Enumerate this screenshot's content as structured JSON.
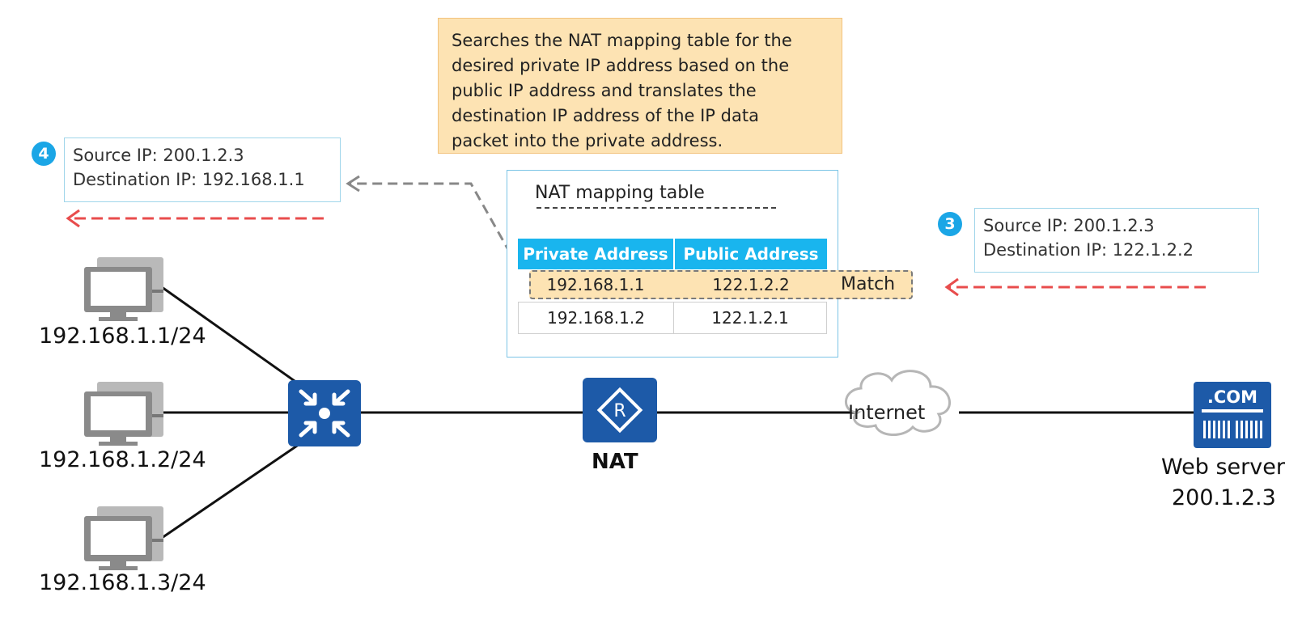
{
  "note": {
    "lines": [
      "Searches the NAT mapping table for the",
      "desired private IP address based on the",
      "public IP address and translates the",
      "destination IP address of the IP data",
      "packet into the private address."
    ]
  },
  "step4": {
    "number": "4",
    "source": "Source IP: 200.1.2.3",
    "destination": "Destination IP: 192.168.1.1"
  },
  "step3": {
    "number": "3",
    "source": "Source IP: 200.1.2.3",
    "destination": "Destination IP: 122.1.2.2"
  },
  "table": {
    "title": "NAT mapping table",
    "headers": [
      "Private Address",
      "Public Address"
    ],
    "rows": [
      [
        "192.168.1.1",
        "122.1.2.2"
      ],
      [
        "192.168.1.2",
        "122.1.2.1"
      ]
    ],
    "match_label": "Match"
  },
  "hosts": [
    "192.168.1.1/24",
    "192.168.1.2/24",
    "192.168.1.3/24"
  ],
  "nat_label": "NAT",
  "cloud_label": "Internet",
  "server": {
    "badge": ".COM",
    "label": "Web server",
    "ip": "200.1.2.3"
  },
  "colors": {
    "device_blue": "#1d5aa8",
    "accent_cyan": "#19b5ee",
    "arrow_red": "#e84c4c",
    "note_fill": "#fde3b3"
  },
  "icons": [
    "computer-icon",
    "switch-icon",
    "router-icon",
    "cloud-icon",
    "web-server-icon"
  ]
}
